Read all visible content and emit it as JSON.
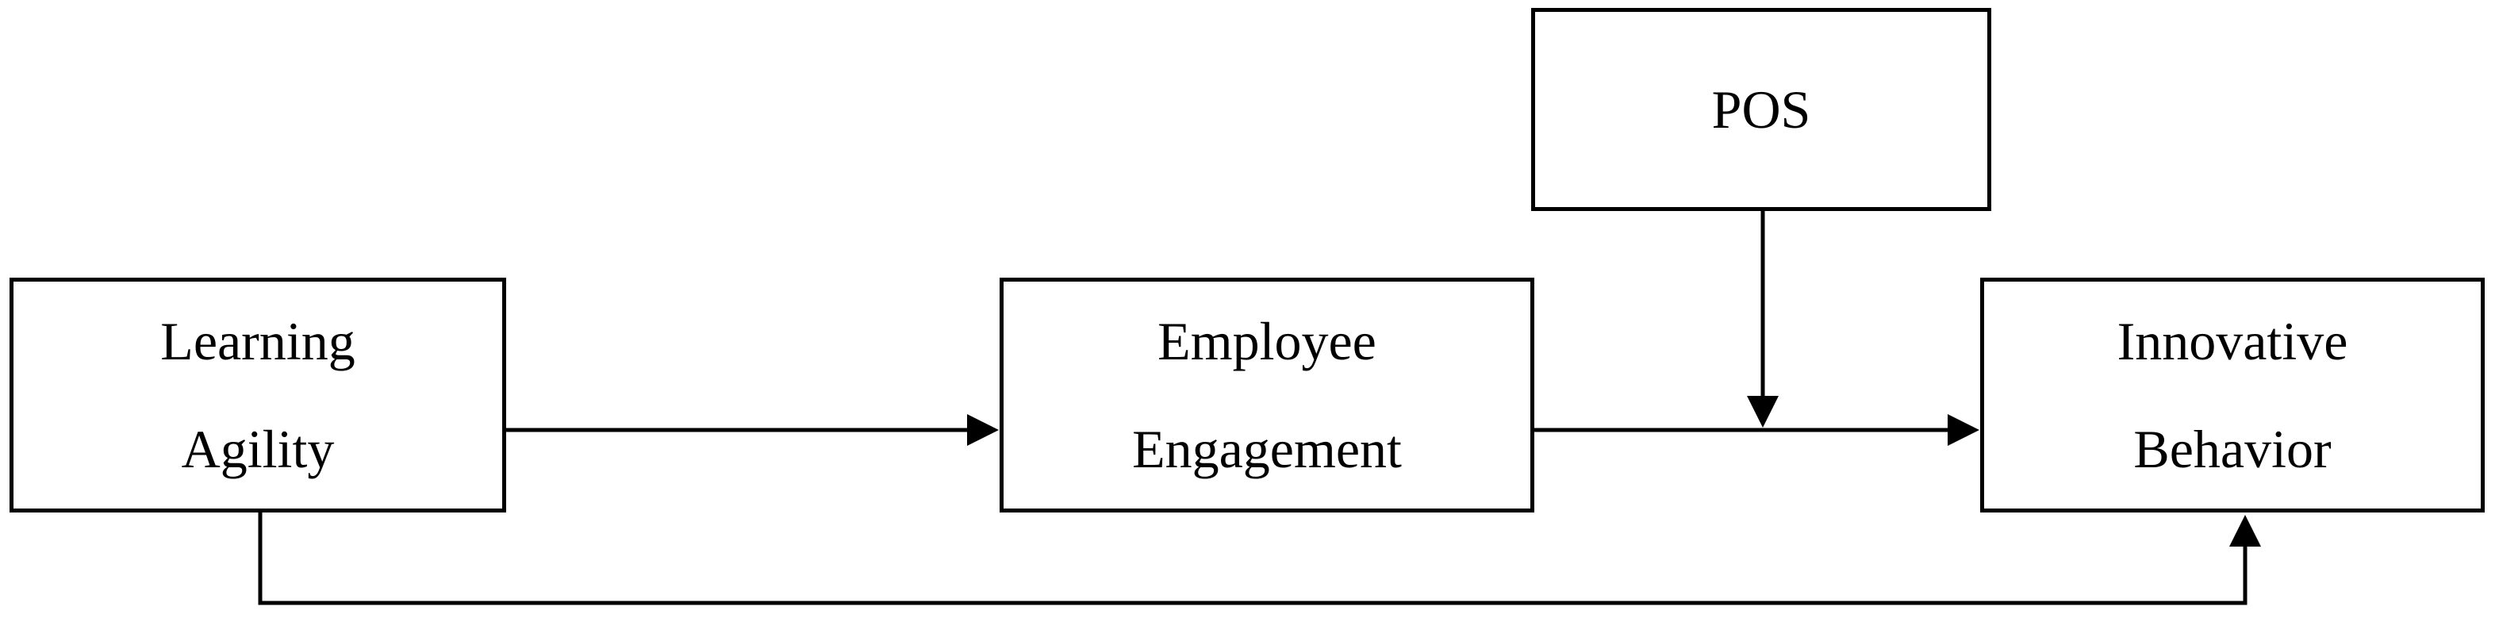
{
  "diagram": {
    "nodes": {
      "learning_agility": {
        "line1": "Learning",
        "line2": "Agility"
      },
      "employee_engagement": {
        "line1": "Employee",
        "line2": "Engagement"
      },
      "pos": {
        "label": "POS"
      },
      "innovative_behavior": {
        "line1": "Innovative",
        "line2": "Behavior"
      }
    },
    "edges": [
      {
        "from": "learning_agility",
        "to": "employee_engagement"
      },
      {
        "from": "employee_engagement",
        "to": "innovative_behavior"
      },
      {
        "from": "pos",
        "to": "employee_engagement->innovative_behavior"
      },
      {
        "from": "learning_agility",
        "to": "innovative_behavior"
      }
    ],
    "colors": {
      "stroke": "#000000",
      "background": "#ffffff"
    }
  }
}
